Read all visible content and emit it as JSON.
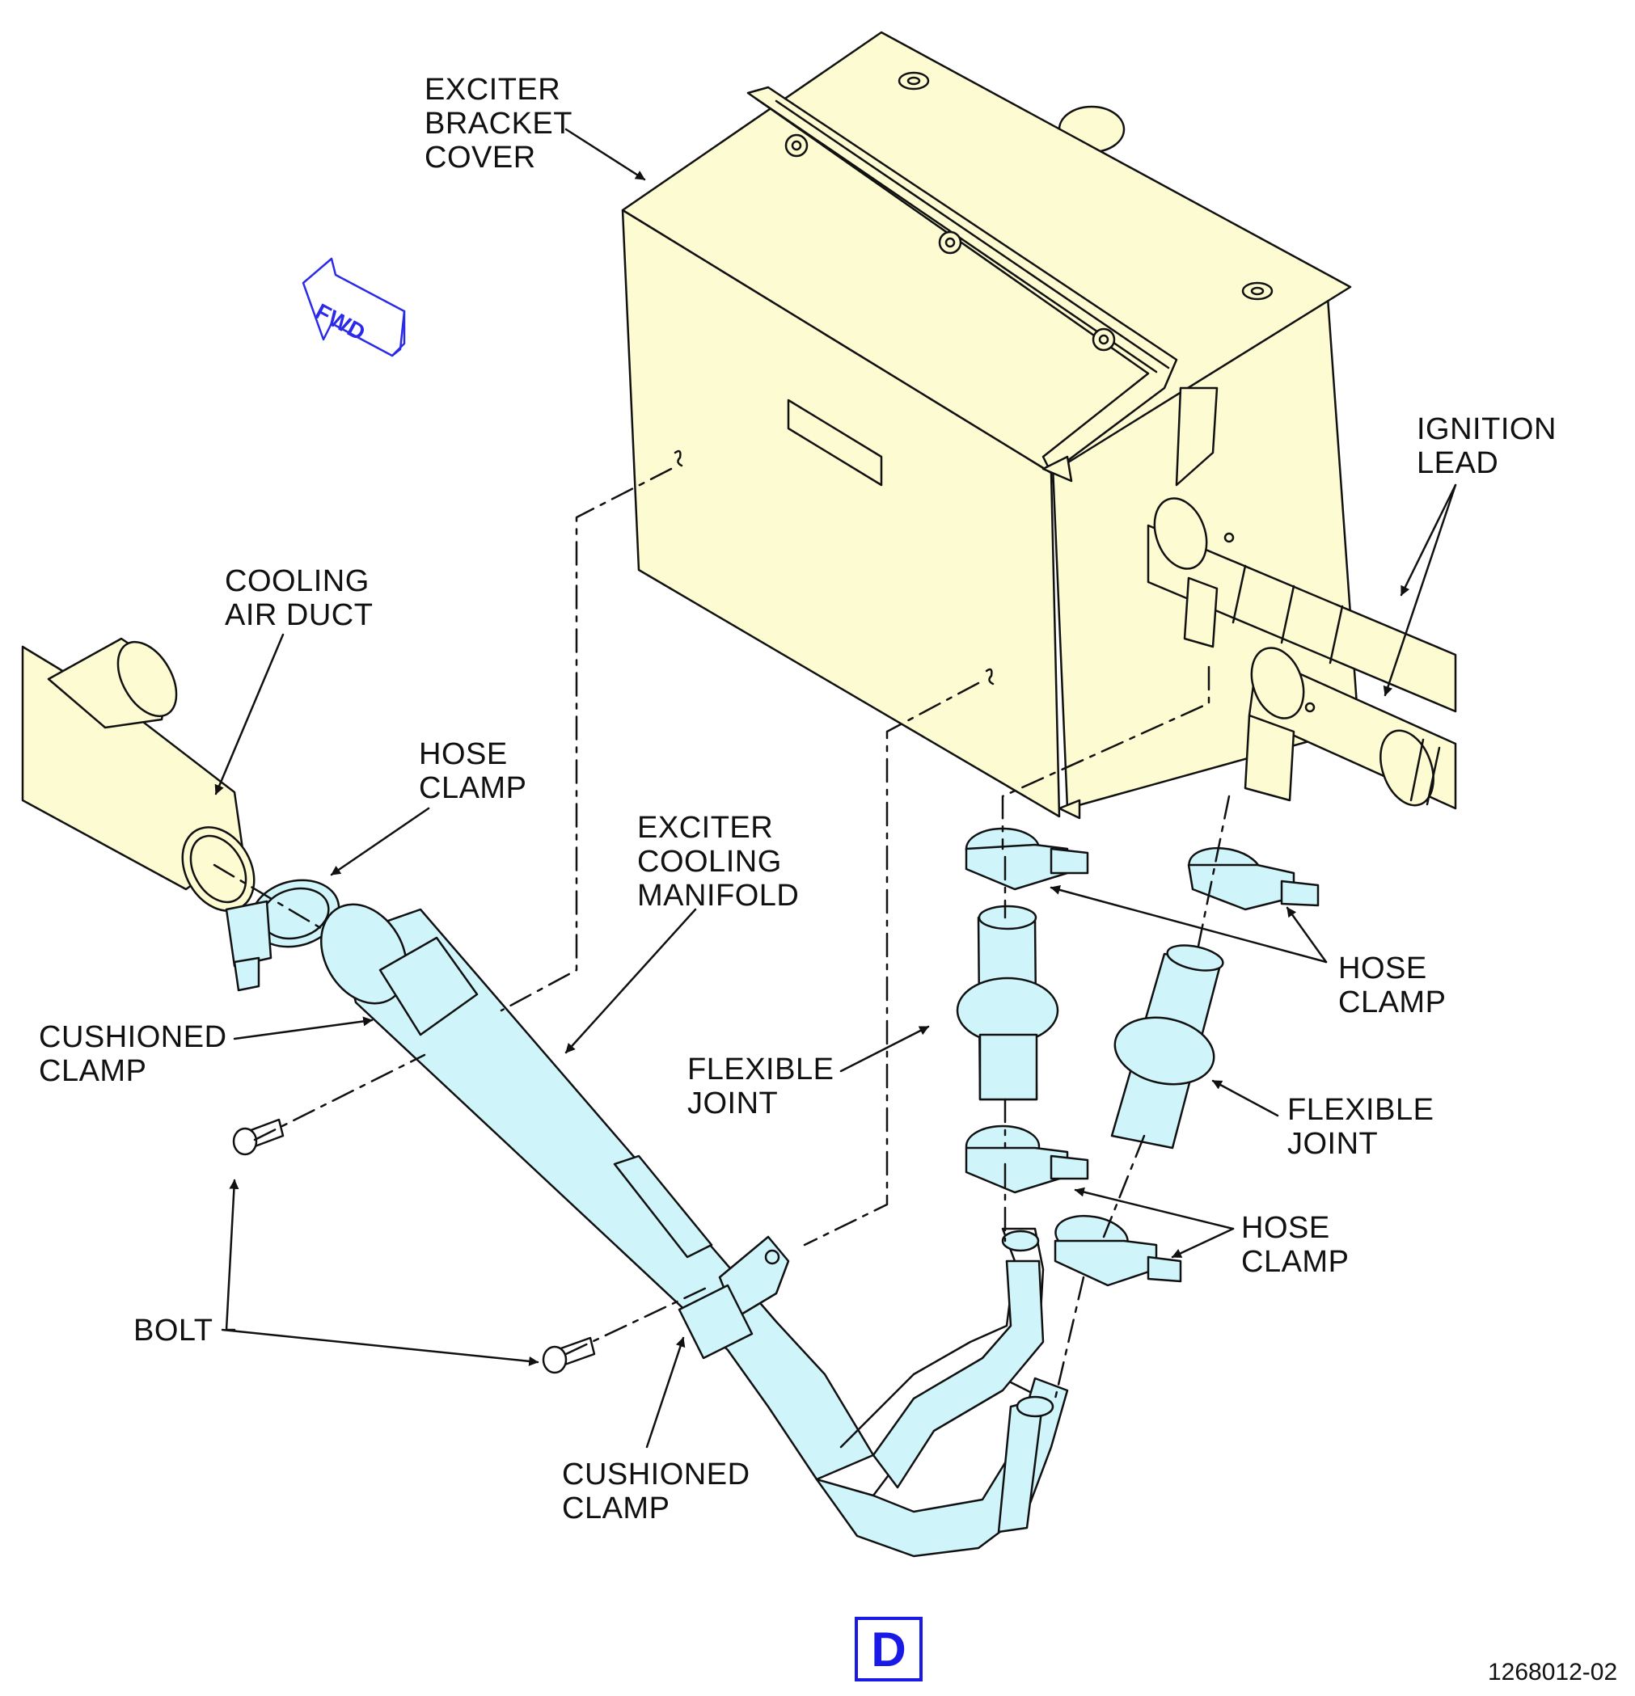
{
  "colors": {
    "yellow_part": "#fdfbd2",
    "cyan_part": "#cff5fb",
    "outline": "#111111",
    "fwd_blue": "#2a2ae8"
  },
  "labels": {
    "exciter_bracket_cover": [
      "EXCITER",
      "BRACKET",
      "COVER"
    ],
    "ignition_lead": [
      "IGNITION",
      "LEAD"
    ],
    "cooling_air_duct": [
      "COOLING",
      "AIR DUCT"
    ],
    "hose_clamp_left": [
      "HOSE",
      "CLAMP"
    ],
    "exciter_cooling_manifold": [
      "EXCITER",
      "COOLING",
      "MANIFOLD"
    ],
    "hose_clamp_right_upper": [
      "HOSE",
      "CLAMP"
    ],
    "cushioned_clamp_left": [
      "CUSHIONED",
      "CLAMP"
    ],
    "flexible_joint_left": [
      "FLEXIBLE",
      "JOINT"
    ],
    "flexible_joint_right": [
      "FLEXIBLE",
      "JOINT"
    ],
    "hose_clamp_right_lower": [
      "HOSE",
      "CLAMP"
    ],
    "bolt": [
      "BOLT"
    ],
    "cushioned_clamp_bottom": [
      "CUSHIONED",
      "CLAMP"
    ]
  },
  "fwd_arrow_text": "FWD",
  "view_letter": "D",
  "figure_number": "1268012-02"
}
